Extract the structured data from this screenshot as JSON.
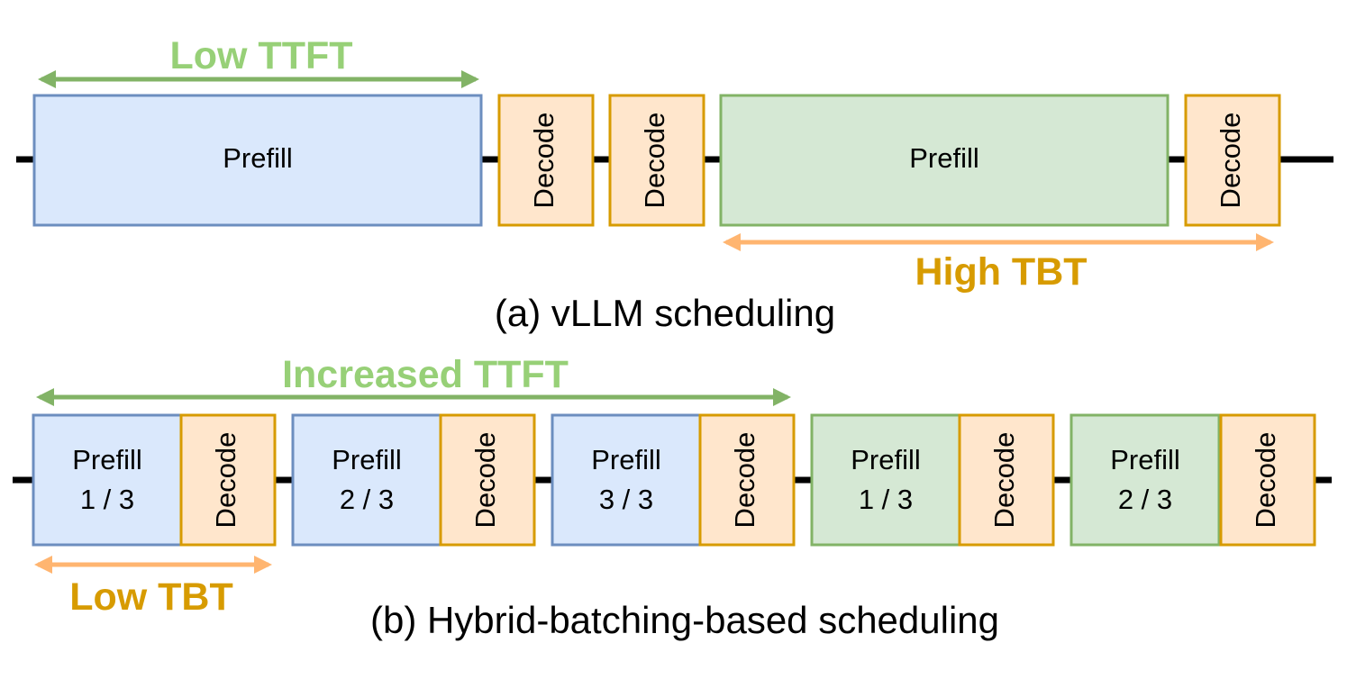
{
  "colors": {
    "blue_fill": "#dae8fc",
    "blue_stroke": "#6c8ebf",
    "green_fill": "#d5e8d4",
    "green_stroke": "#82b366",
    "orange_fill": "#ffe6cc",
    "orange_stroke": "#d79b00",
    "green_arrow": "#82b366",
    "orange_arrow": "#ffb570",
    "green_text": "#97d077",
    "orange_text": "#d79b00"
  },
  "top": {
    "caption": "(a) vLLM scheduling",
    "prefill_1": "Prefill",
    "decode_1": "Decode",
    "decode_2": "Decode",
    "prefill_2": "Prefill",
    "decode_3": "Decode",
    "ttft_label": "Low TTFT",
    "tbt_label": "High TBT"
  },
  "bottom": {
    "caption": "(b) Hybrid-batching-based scheduling",
    "chunk_1": {
      "line1": "Prefill",
      "line2": "1 / 3",
      "decode": "Decode"
    },
    "chunk_2": {
      "line1": "Prefill",
      "line2": "2 / 3",
      "decode": "Decode"
    },
    "chunk_3": {
      "line1": "Prefill",
      "line2": "3 / 3",
      "decode": "Decode"
    },
    "chunk_4": {
      "line1": "Prefill",
      "line2": "1 / 3",
      "decode": "Decode"
    },
    "chunk_5": {
      "line1": "Prefill",
      "line2": "2 / 3",
      "decode": "Decode"
    },
    "ttft_label": "Increased TTFT",
    "tbt_label": "Low TBT"
  }
}
